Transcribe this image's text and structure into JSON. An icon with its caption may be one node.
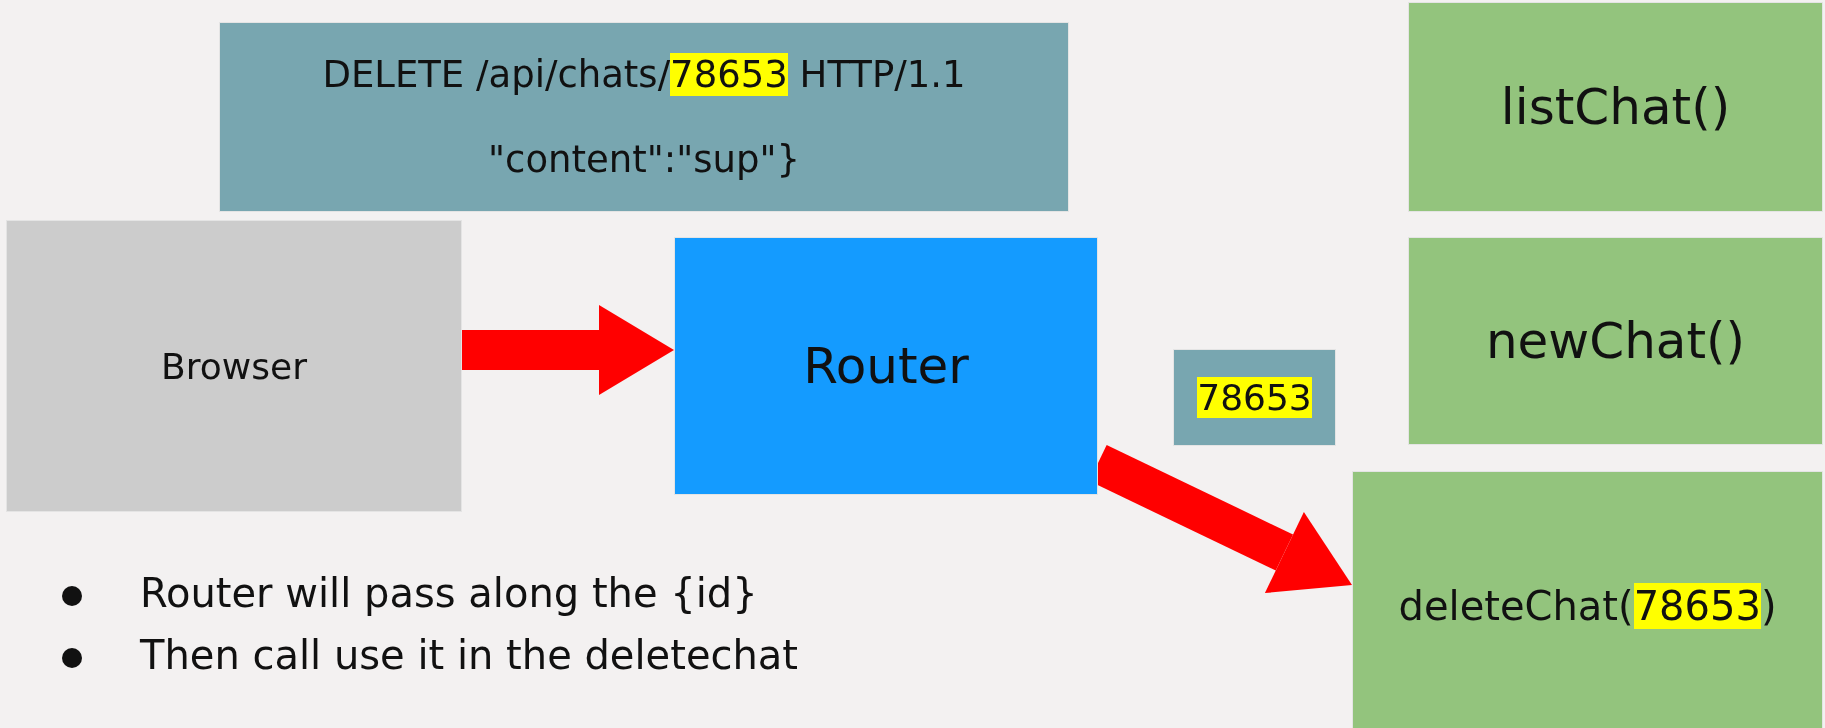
{
  "diagram": {
    "nodes": [
      {
        "text": [
          "Browser"
        ]
      },
      {
        "text": [
          "DELETE /api/chats/78653 HTTP/1.1",
          "\"content\":\"sup\"}"
        ]
      },
      {
        "text": [
          "Router"
        ]
      },
      {
        "text": [
          "78653"
        ]
      },
      {
        "text": [
          "listChat()"
        ]
      },
      {
        "text": [
          "newChat()"
        ]
      },
      {
        "text": [
          "deleteChat(78653)"
        ]
      }
    ],
    "edges": [
      {
        "from": 0,
        "to": 2,
        "arrow": "to"
      },
      {
        "from": 2,
        "to": 6,
        "arrow": "to"
      }
    ],
    "labels": [
      "Router will pass along the {id}",
      "Then call use it in the deletechat"
    ]
  }
}
